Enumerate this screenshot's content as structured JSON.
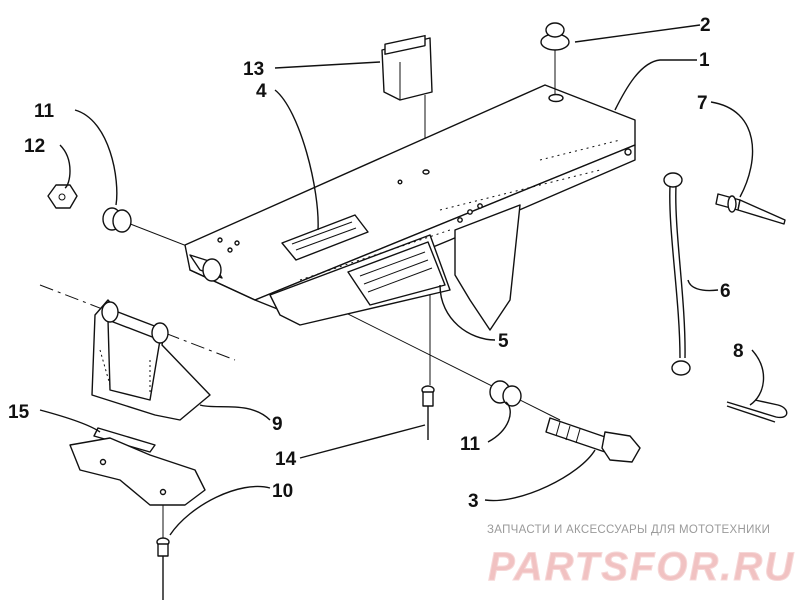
{
  "callouts": {
    "c1": "1",
    "c2": "2",
    "c3": "3",
    "c4": "4",
    "c5": "5",
    "c6": "6",
    "c7": "7",
    "c8": "8",
    "c9": "9",
    "c10": "10",
    "c11a": "11",
    "c11b": "11",
    "c12": "12",
    "c13": "13",
    "c14": "14",
    "c15": "15"
  },
  "watermark": {
    "tagline": "ЗАПЧАСТИ И АКСЕССУАРЫ ДЛЯ МОТОТЕХНИКИ",
    "brand": "PARTSFOR.RU"
  }
}
